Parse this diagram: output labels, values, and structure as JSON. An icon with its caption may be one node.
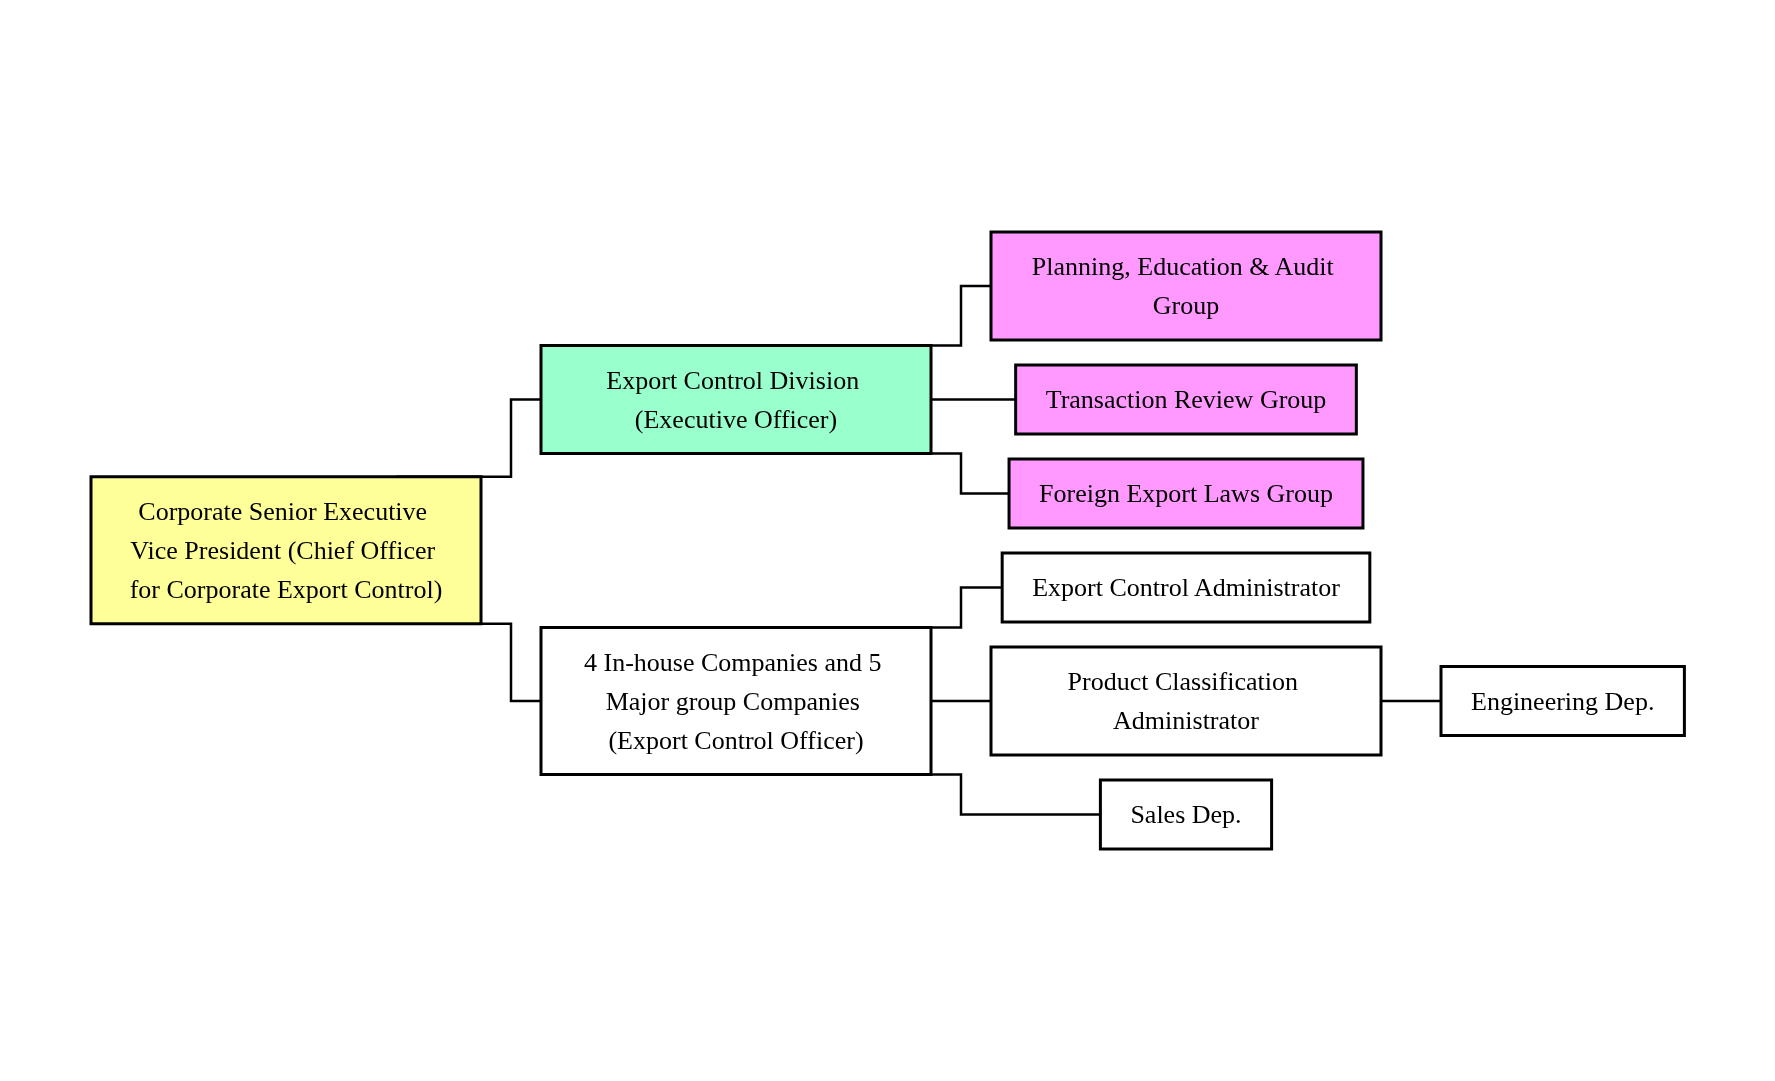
{
  "diagram": {
    "nodes": [
      {
        "text": [
          "Corporate Senior Executive Vice President (Chief Officer for Corporate Export Control)"
        ]
      },
      {
        "text": [
          "Export Control Division (Executive Officer)"
        ]
      },
      {
        "text": [
          "Planning, Education & Audit Group"
        ]
      },
      {
        "text": [
          "Transaction Review Group"
        ]
      },
      {
        "text": [
          "Foreign Export Laws Group"
        ]
      },
      {
        "text": [
          "4 In-house Companies and 5 Major group Companies (Export Control Officer)"
        ]
      },
      {
        "text": [
          "Export Control Administrator"
        ]
      },
      {
        "text": [
          "Product Classification Administrator"
        ]
      },
      {
        "text": [
          "Engineering Dep."
        ]
      },
      {
        "text": [
          "Sales Dep."
        ]
      }
    ],
    "edges": [
      {
        "from": 0,
        "to": 1,
        "arrow": "none"
      },
      {
        "from": 0,
        "to": 5,
        "arrow": "none"
      },
      {
        "from": 1,
        "to": 2,
        "arrow": "none"
      },
      {
        "from": 1,
        "to": 3,
        "arrow": "none"
      },
      {
        "from": 1,
        "to": 4,
        "arrow": "none"
      },
      {
        "from": 5,
        "to": 6,
        "arrow": "none"
      },
      {
        "from": 5,
        "to": 7,
        "arrow": "none"
      },
      {
        "from": 7,
        "to": 8,
        "arrow": "none"
      },
      {
        "from": 5,
        "to": 9,
        "arrow": "none"
      }
    ]
  }
}
